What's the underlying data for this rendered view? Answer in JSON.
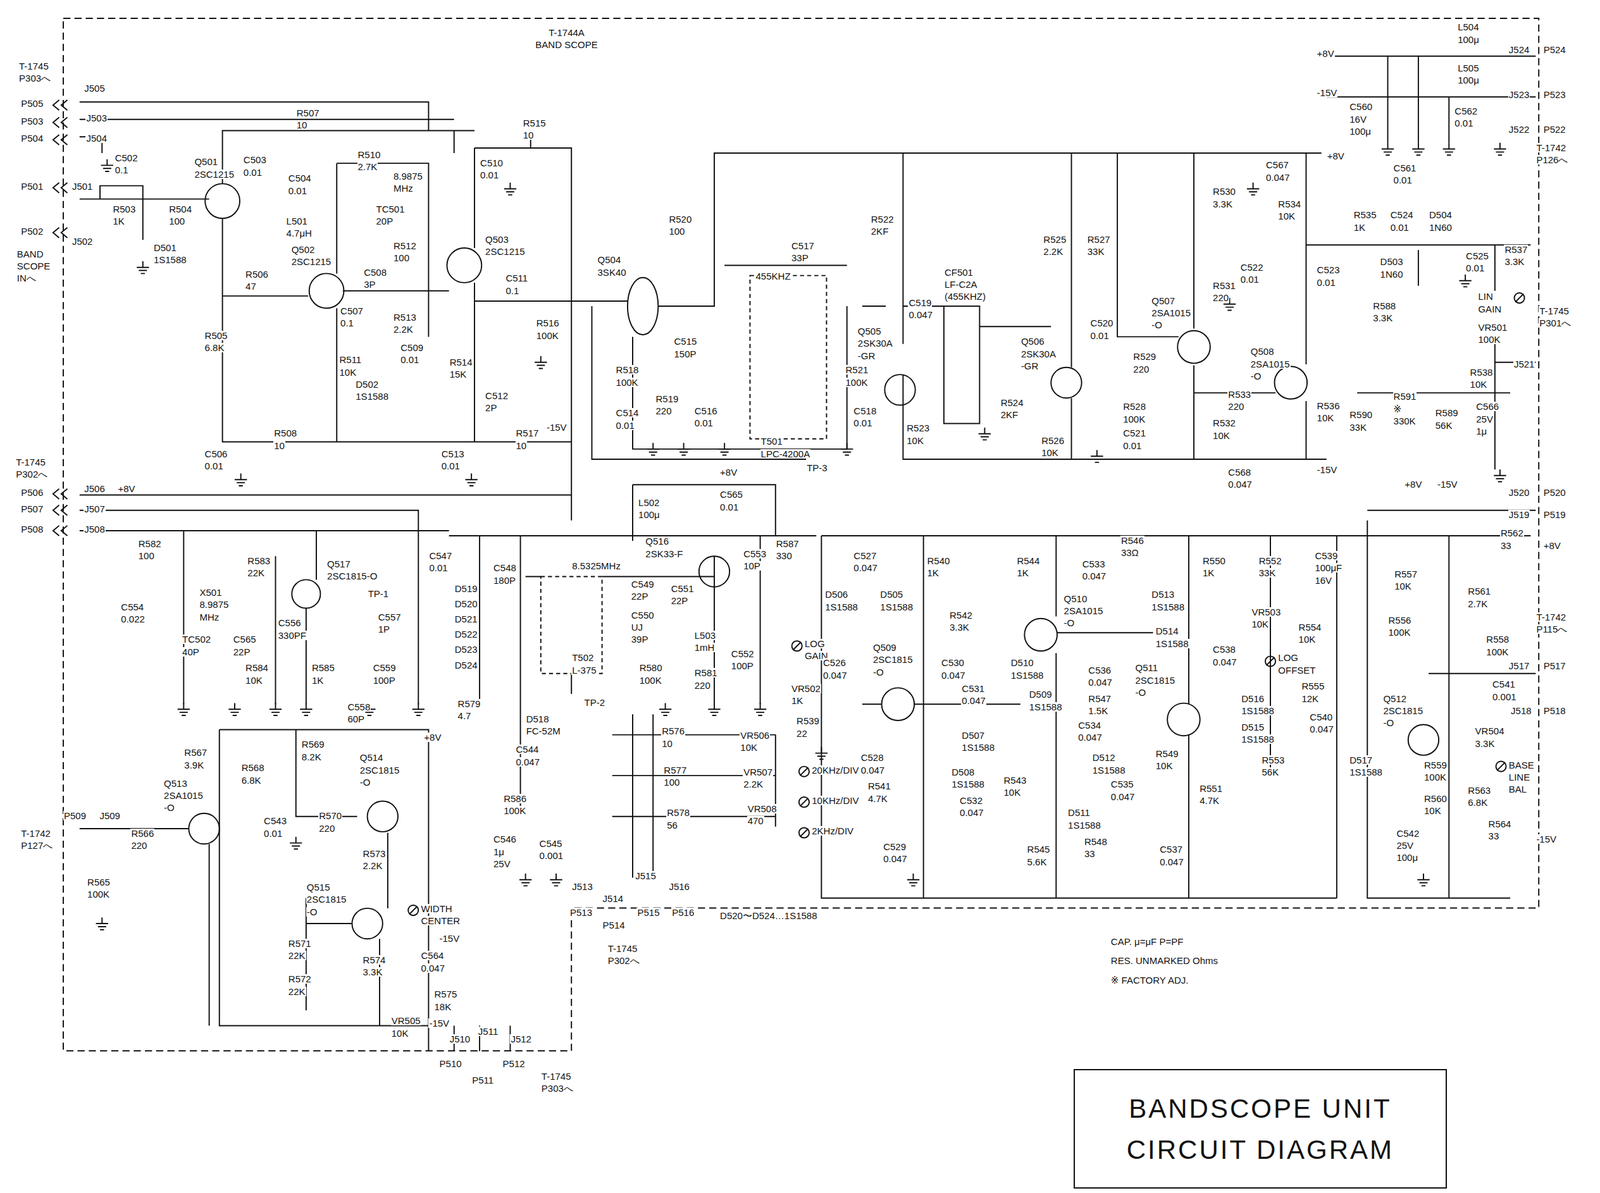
{
  "diagram": {
    "nodes": [
      {
        "text": [
          "T-1744A BAND SCOPE"
        ]
      },
      {
        "text": [
          "BANDSCOPE UNIT CIRCUIT DIAGRAM"
        ]
      }
    ],
    "labels": [
      "T-1745",
      "P303へ",
      "J505",
      "P505",
      "J503",
      "P503",
      "P504",
      "J504",
      "C502",
      "0.1",
      "Q501",
      "2SC1215",
      "C503",
      "0.01",
      "R507",
      "10",
      "C504",
      "0.01",
      "R510",
      "2.7K",
      "8.9875",
      "MHz",
      "L501",
      "4.7μH",
      "TC501",
      "20P",
      "P501",
      "J501",
      "R503",
      "1K",
      "R504",
      "100",
      "P502",
      "J502",
      "D501",
      "1S1588",
      "BAND",
      "SCOPE",
      "INへ",
      "R506",
      "47",
      "Q502",
      "2SC1215",
      "R512",
      "100",
      "C508",
      "3P",
      "C507",
      "0.1",
      "R513",
      "2.2K",
      "C509",
      "0.01",
      "R505",
      "6.8K",
      "R511",
      "10K",
      "D502",
      "1S1588",
      "Q503",
      "2SC1215",
      "C510",
      "0.01",
      "R515",
      "10",
      "C511",
      "0.1",
      "R516",
      "100K",
      "R514",
      "15K",
      "C512",
      "2P",
      "C506",
      "0.01",
      "R508",
      "10",
      "C513",
      "0.01",
      "R517",
      "10",
      "-15V",
      "T-1745",
      "P302へ",
      "P506",
      "J506",
      "+8V",
      "P507",
      "J507",
      "P508",
      "J508",
      "R582",
      "100",
      "R583",
      "22K",
      "Q517",
      "2SC1815-O",
      "TP-1",
      "C554",
      "0.022",
      "X501",
      "8.9875",
      "MHz",
      "TC502",
      "40P",
      "C565",
      "22P",
      "C556",
      "330PF",
      "C557",
      "1P",
      "R584",
      "10K",
      "R585",
      "1K",
      "C559",
      "100P",
      "C558",
      "60P",
      "R567",
      "3.9K",
      "R568",
      "6.8K",
      "R569",
      "8.2K",
      "Q514",
      "2SC1815",
      "-O",
      "+8V",
      "C543",
      "0.01",
      "R570",
      "220",
      "Q513",
      "2SA1015",
      "-O",
      "P509",
      "J509",
      "T-1742",
      "P127へ",
      "R566",
      "220",
      "R565",
      "100K",
      "R573",
      "2.2K",
      "Q515",
      "2SC1815",
      "-O",
      "WIDTH",
      "CENTER",
      "-15V",
      "C564",
      "0.047",
      "R571",
      "22K",
      "R574",
      "3.3K",
      "R575",
      "18K",
      "R572",
      "22K",
      "VR505",
      "10K",
      "-15V",
      "J510",
      "J511",
      "J512",
      "P510",
      "P511",
      "P512",
      "T-1745",
      "P303へ",
      "Q504",
      "3SK40",
      "R520",
      "100",
      "C517",
      "33P",
      "455KHZ",
      "C515",
      "150P",
      "R518",
      "100K",
      "C514",
      "0.01",
      "R519",
      "220",
      "C516",
      "0.01",
      "T501",
      "LPC-4200A",
      "R521",
      "100K",
      "C518",
      "0.01",
      "TP-3",
      "R522",
      "2KF",
      "Q505",
      "2SK30A",
      "-GR",
      "C519",
      "0.047",
      "R523",
      "10K",
      "CF501",
      "LF-C2A",
      "(455KHZ)",
      "R524",
      "2KF",
      "R525",
      "2.2K",
      "R527",
      "33K",
      "C520",
      "0.01",
      "Q506",
      "2SK30A",
      "-GR",
      "R529",
      "220",
      "Q507",
      "2SA1015",
      "-O",
      "R528",
      "100K",
      "C521",
      "0.01",
      "R526",
      "10K",
      "R530",
      "3.3K",
      "C522",
      "0.01",
      "R531",
      "220",
      "R533",
      "220",
      "R532",
      "10K",
      "Q508",
      "2SA1015",
      "-O",
      "C567",
      "0.047",
      "+8V",
      "C568",
      "0.047",
      "R534",
      "10K",
      "C523",
      "0.01",
      "R536",
      "10K",
      "-15V",
      "R535",
      "1K",
      "C524",
      "0.01",
      "D504",
      "1N60",
      "D503",
      "1N60",
      "C525",
      "0.01",
      "R537",
      "3.3K",
      "R588",
      "3.3K",
      "LIN",
      "GAIN",
      "VR501",
      "100K",
      "T-1745",
      "P301へ",
      "J521",
      "R538",
      "10K",
      "R590",
      "33K",
      "R591",
      "※",
      "330K",
      "R589",
      "56K",
      "C566",
      "25V",
      "1μ",
      "+8V",
      "-15V",
      "+8V",
      "L504",
      "100μ",
      "L505",
      "100μ",
      "J524",
      "P524",
      "-15V",
      "J523",
      "P523",
      "C560",
      "16V",
      "100μ",
      "C562",
      "0.01",
      "J522",
      "P522",
      "C561",
      "0.01",
      "T-1742",
      "P126へ",
      "L502",
      "100μ",
      "+8V",
      "C565",
      "0.01",
      "C547",
      "0.01",
      "D519",
      "D520",
      "D521",
      "D522",
      "D523",
      "D524",
      "C548",
      "180P",
      "8.5325MHz",
      "Q516",
      "2SK33-F",
      "C549",
      "22P",
      "C551",
      "22P",
      "C550",
      "UJ",
      "39P",
      "C553",
      "10P",
      "R587",
      "330",
      "T502",
      "L-375",
      "R580",
      "100K",
      "L503",
      "1mH",
      "R581",
      "220",
      "C552",
      "100P",
      "LOG",
      "GAIN",
      "R579",
      "4.7",
      "D518",
      "FC-52M",
      "TP-2",
      "C544",
      "0.047",
      "R586",
      "100K",
      "C546",
      "1μ",
      "25V",
      "C545",
      "0.001",
      "R576",
      "10",
      "VR506",
      "10K",
      "R577",
      "100",
      "VR507",
      "2.2K",
      "R578",
      "56",
      "VR508",
      "470",
      "20KHz/DIV",
      "10KHz/DIV",
      "2KHz/DIV",
      "J513",
      "J514",
      "J515",
      "J516",
      "P513",
      "P514",
      "P515",
      "P516",
      "T-1745",
      "P302へ",
      "D520〜D524…1S1588",
      "C527",
      "0.047",
      "R540",
      "1K",
      "D506",
      "1S1588",
      "D505",
      "1S1588",
      "C526",
      "0.047",
      "VR502",
      "1K",
      "R539",
      "22",
      "Q509",
      "2SC1815",
      "-O",
      "C528",
      "0.047",
      "R541",
      "4.7K",
      "C529",
      "0.047",
      "R544",
      "1K",
      "C533",
      "0.047",
      "R546",
      "33Ω",
      "R542",
      "3.3K",
      "Q510",
      "2SA1015",
      "-O",
      "C530",
      "0.047",
      "C531",
      "0.047",
      "D510",
      "1S1588",
      "D509",
      "1S1588",
      "D507",
      "1S1588",
      "D508",
      "1S1588",
      "C532",
      "0.047",
      "R543",
      "10K",
      "R550",
      "1K",
      "D513",
      "1S1588",
      "D514",
      "1S1588",
      "C536",
      "0.047",
      "R547",
      "1.5K",
      "Q511",
      "2SC1815",
      "-O",
      "C538",
      "0.047",
      "C534",
      "0.047",
      "D512",
      "1S1588",
      "C535",
      "0.047",
      "D511",
      "1S1588",
      "R548",
      "33",
      "R549",
      "10K",
      "R551",
      "4.7K",
      "C537",
      "0.047",
      "R545",
      "5.6K",
      "D516",
      "1S1588",
      "D515",
      "1S1588",
      "R552",
      "33K",
      "C539",
      "100μF",
      "16V",
      "VR503",
      "10K",
      "R554",
      "10K",
      "LOG",
      "OFFSET",
      "R555",
      "12K",
      "C540",
      "0.047",
      "R553",
      "56K",
      "J520",
      "P520",
      "J519",
      "P519",
      "R562",
      "33",
      "+8V",
      "R557",
      "10K",
      "R561",
      "2.7K",
      "R556",
      "100K",
      "R558",
      "100K",
      "T-1742",
      "P115へ",
      "J517",
      "P517",
      "Q512",
      "2SC1815",
      "-O",
      "C541",
      "0.001",
      "J518",
      "P518",
      "D517",
      "1S1588",
      "R559",
      "100K",
      "VR504",
      "3.3K",
      "BASE",
      "LINE",
      "BAL",
      "R560",
      "10K",
      "R563",
      "6.8K",
      "R564",
      "33",
      "-15V",
      "C542",
      "25V",
      "100μ",
      "CAP. μ=μF  P=PF",
      "RES. UNMARKED Ohms",
      "※ FACTORY ADJ."
    ]
  }
}
